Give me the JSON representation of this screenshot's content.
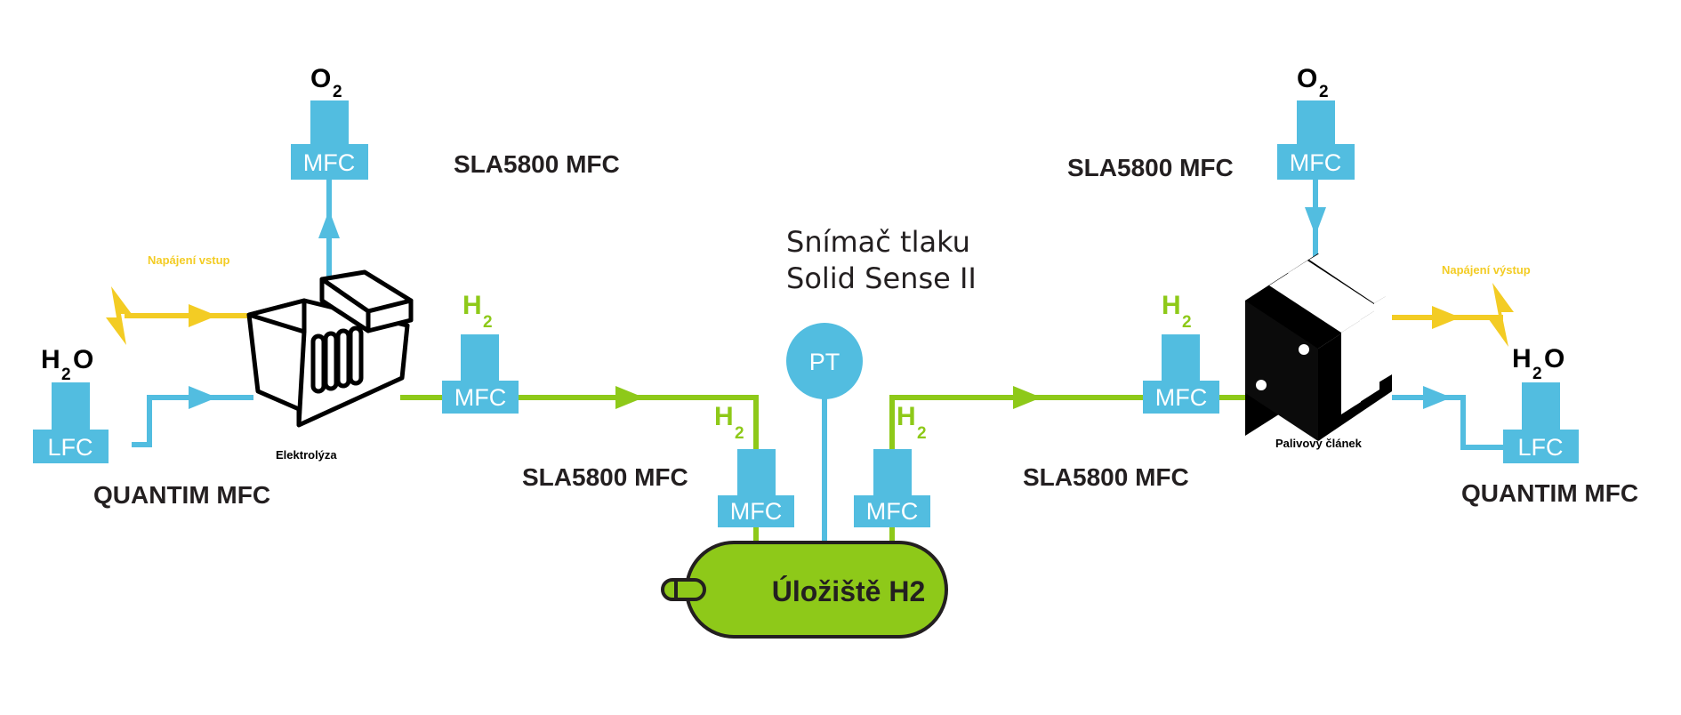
{
  "colors": {
    "blue": "#52bde0",
    "green": "#8ec919",
    "yellow": "#f3cc24",
    "dark": "#231f20"
  },
  "icons": [
    "electrolyzer-icon",
    "fuel-cell-icon",
    "lightning-icon",
    "arrow-icon"
  ],
  "labels": {
    "sla_top_left": "SLA5800 MFC",
    "sla_top_right": "SLA5800 MFC",
    "sla_mid_left": "SLA5800 MFC",
    "sla_mid_right": "SLA5800 MFC",
    "quantim_left": "QUANTIM MFC",
    "quantim_right": "QUANTIM MFC",
    "pressure_line1": "Snímač tlaku",
    "pressure_line2": "Solid Sense II",
    "power_in": "Napájení vstup",
    "power_out": "Napájení výstup",
    "electrolyzer": "Elektrolýza",
    "fuel_cell": "Palivový článek"
  },
  "boxes": {
    "mfc": "MFC",
    "lfc": "LFC",
    "pt": "PT"
  },
  "gas": {
    "h": "H",
    "o": "O",
    "sub2": "2"
  },
  "tank": {
    "label": "Úložiště H2"
  }
}
